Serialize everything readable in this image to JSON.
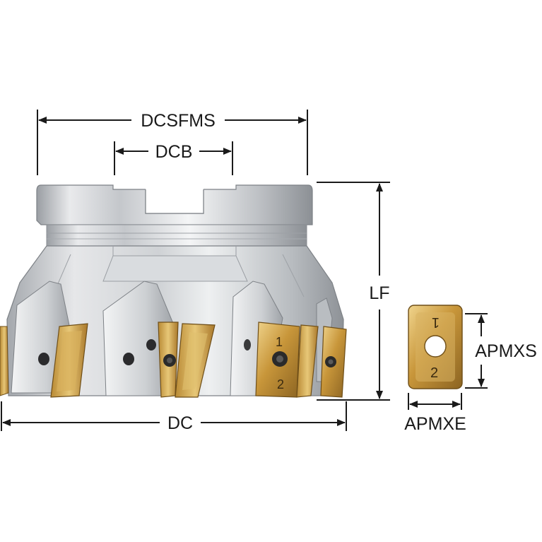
{
  "dimensions": {
    "dcsfms": "DCSFMS",
    "dcb": "DCB",
    "lf": "LF",
    "dc": "DC",
    "apmxs": "APMXS",
    "apmxe": "APMXE"
  },
  "insert_markings": {
    "top": "1",
    "bottom": "2"
  },
  "colors": {
    "body_steel": "#c9ccd0",
    "body_highlight": "#f1f2f3",
    "body_shadow": "#8a8e93",
    "insert_gold": "#c89a3c",
    "insert_gold_light": "#e8c878",
    "dimension_line": "#1a1a1a"
  }
}
